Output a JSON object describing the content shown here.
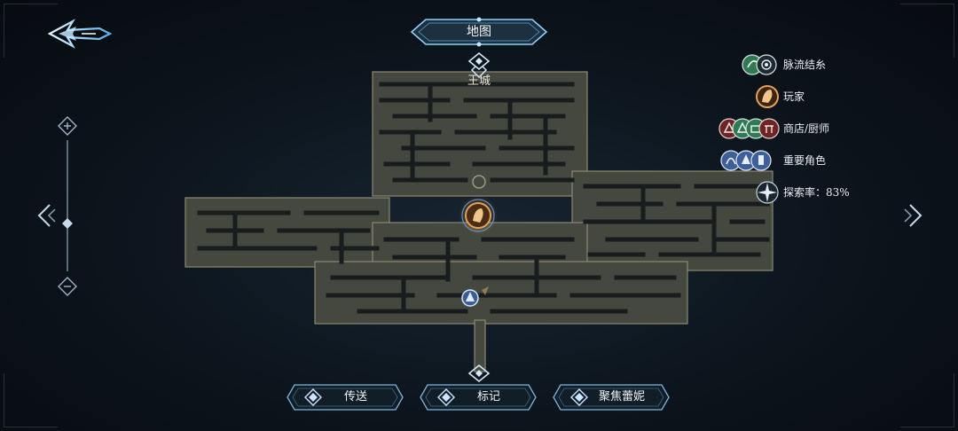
{
  "header": {
    "title": "地图"
  },
  "map": {
    "region_name": "王城"
  },
  "legend": {
    "items": [
      {
        "label": "脉流结糸",
        "icons": [
          "vein-node-icon",
          "swirl-node-icon"
        ],
        "colors": [
          "#2f7a55",
          "#d9dde2"
        ]
      },
      {
        "label": "玩家",
        "icons": [
          "player-marker-icon"
        ],
        "colors": [
          "#c8843a"
        ]
      },
      {
        "label": "商店/厨师",
        "icons": [
          "shop-icon",
          "shop-icon",
          "shop-icon",
          "chef-icon"
        ],
        "colors": [
          "#7a2a2a",
          "#2f7a55",
          "#2f7a55",
          "#7a2a2a"
        ]
      },
      {
        "label": "重要角色",
        "icons": [
          "character-icon",
          "character-icon",
          "character-icon"
        ],
        "colors": [
          "#3e5f9a",
          "#3e5f9a",
          "#3e5f9a"
        ]
      },
      {
        "label": "探索率：83%",
        "icons": [
          "compass-star-icon"
        ],
        "colors": [
          "#c9d3dc"
        ]
      }
    ]
  },
  "buttons": {
    "teleport": "传送",
    "mark": "标记",
    "focus": "聚焦蕾妮"
  },
  "colors": {
    "accent": "#7fc7ff",
    "corridor": "#474a45",
    "corridor_edge": "#8d8a78",
    "player": "#d38b3c"
  }
}
